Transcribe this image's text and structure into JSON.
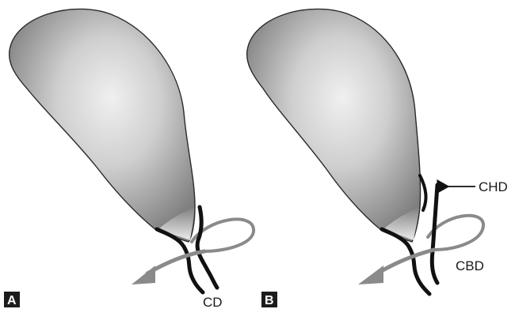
{
  "panels": [
    {
      "letter": "A",
      "labels": {
        "cystic_duct": "CD"
      }
    },
    {
      "letter": "B",
      "labels": {
        "common_hepatic_duct": "CHD",
        "common_bile_duct": "CBD"
      }
    }
  ],
  "colors": {
    "gallbladder_dark": "#8c8c8c",
    "gallbladder_light": "#f0f0f0",
    "outline": "#2a2a2a",
    "duct_wall": "#111111",
    "twist_arrow": "#8a8a8a",
    "panel_badge": "#1c1c1c"
  }
}
